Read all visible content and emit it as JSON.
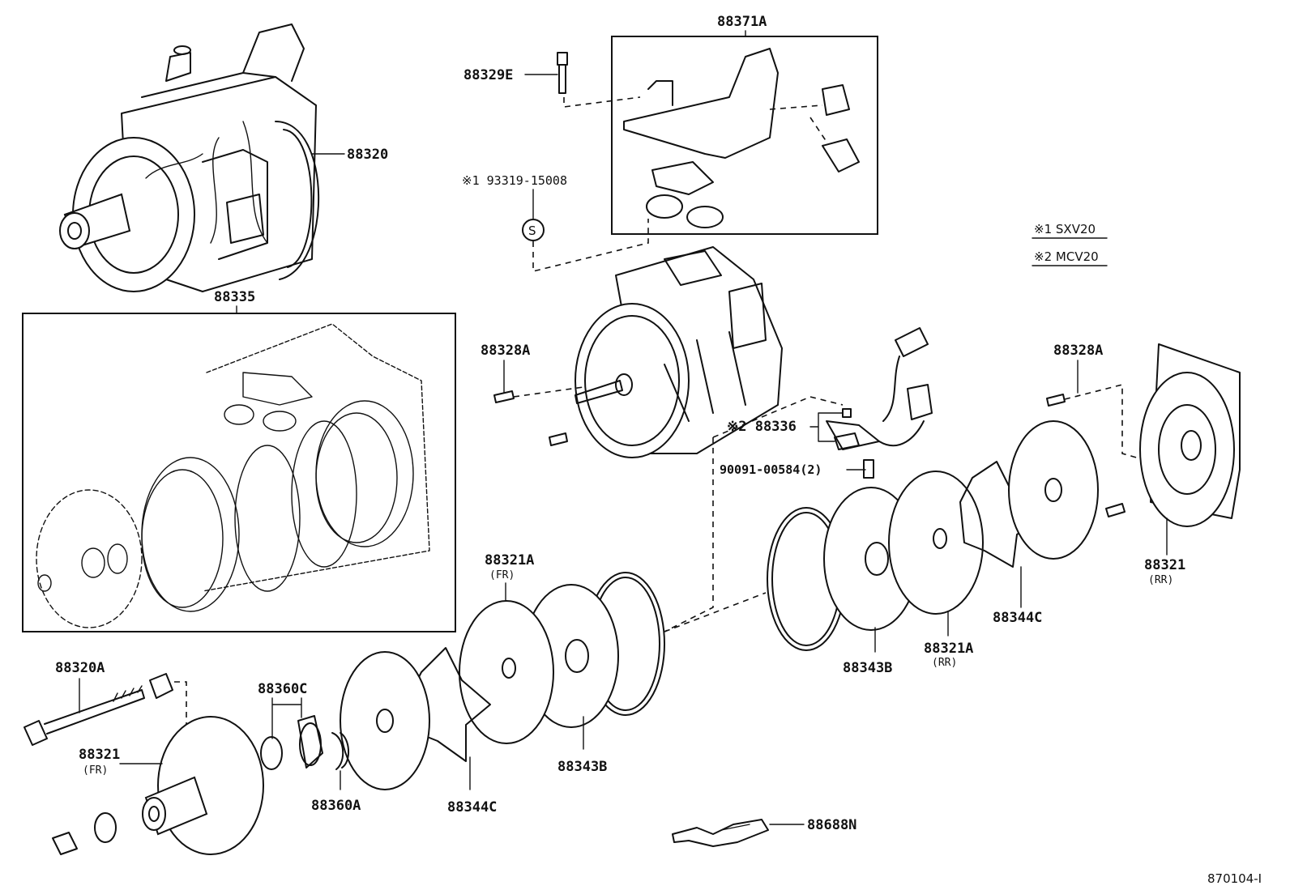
{
  "diagram": {
    "figure_code": "870104-Ⅰ",
    "notes": [
      {
        "mark": "※1",
        "text": "SXV20"
      },
      {
        "mark": "※2",
        "text": "MCV20"
      }
    ],
    "labels": {
      "p88371A": "88371A",
      "p88329E": "88329E",
      "p88320": "88320",
      "p93319": "※1 93319-15008",
      "p88335": "88335",
      "p88328A_l": "88328A",
      "p88328A_r": "88328A",
      "p88336": "※2 88336",
      "p90091": "90091-00584(2)",
      "p88321A_fr": "88321A",
      "p88321A_fr_sub": "(FR)",
      "p88321_rr": "88321",
      "p88321_rr_sub": "(RR)",
      "p88344C_r": "88344C",
      "p88321A_rr": "88321A",
      "p88321A_rr_sub": "(RR)",
      "p88343B_r": "88343B",
      "p88320A": "88320A",
      "p88360C": "88360C",
      "p88321_fr": "88321",
      "p88321_fr_sub": "(FR)",
      "p88360A": "88360A",
      "p88344C_l": "88344C",
      "p88343B_l": "88343B",
      "p88688N": "88688N",
      "s_mark": "S"
    }
  }
}
